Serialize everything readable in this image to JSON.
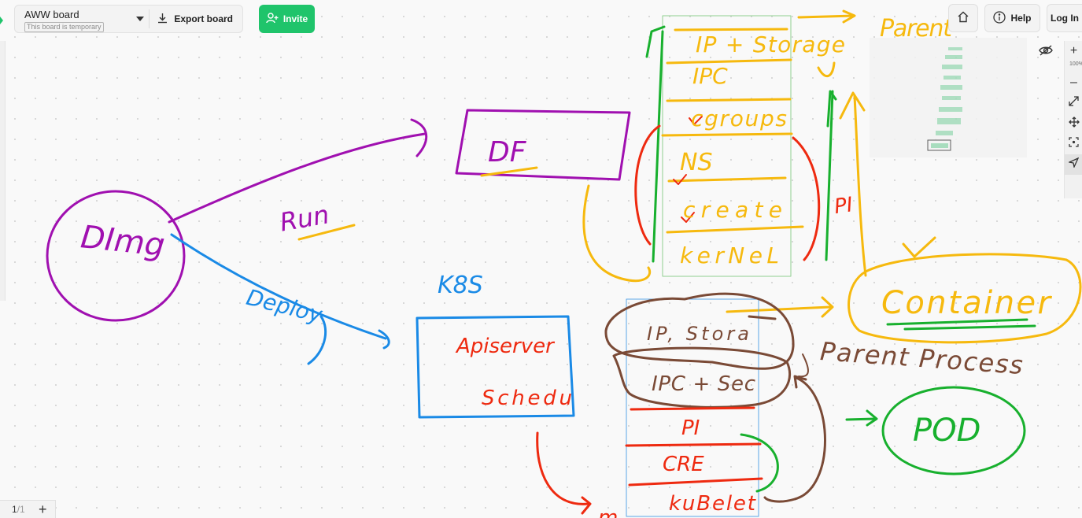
{
  "board": {
    "title": "AWW board",
    "subtitle": "This board is temporary",
    "export_label": "Export board",
    "invite_label": "Invite"
  },
  "topbar": {
    "help_label": "Help",
    "login_label": "Log In"
  },
  "zoom": {
    "level": "100%"
  },
  "pagination": {
    "current": "1",
    "total": "/1"
  },
  "colors": {
    "accent": "#1fc46b",
    "purple": "#a010b0",
    "blue": "#1a8ae6",
    "red": "#ee2a10",
    "yellow": "#f6b90e",
    "green": "#18b02e",
    "brown": "#7a4a36",
    "guide": "#5aa6e6"
  },
  "canvas": {
    "labels": {
      "docker_image": "DImg",
      "run": "Run",
      "deploy": "Deploy",
      "k8s": "K8S",
      "df": "DF",
      "apiserver": "Apiserver",
      "scheduler": "Schedu",
      "container": "Container",
      "pod": "POD",
      "parent_process": "Parent Process",
      "parent_top": "Parent",
      "pi": "PI",
      "pi_bottom": "PI",
      "cre": "CRE",
      "kubelet": "kuBelet",
      "truncated_bottom": "m"
    },
    "container_stack": [
      "IP + Storage",
      "IPC",
      "cgroups",
      "NS",
      "create",
      "kerNeL"
    ],
    "pod_stack": [
      "IP, Stora",
      "IPC + Sec"
    ]
  }
}
